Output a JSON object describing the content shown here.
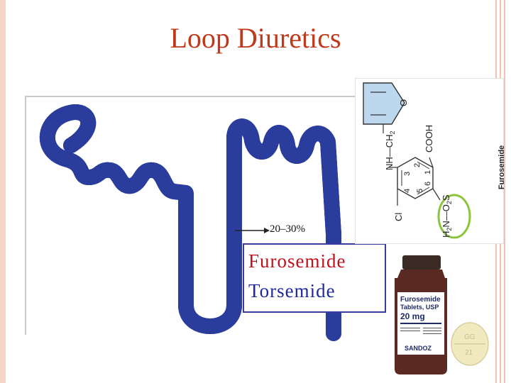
{
  "slide": {
    "title": "Loop Diuretics"
  },
  "diagram": {
    "percent_label": "20–30%",
    "drugs": [
      "Furosemide",
      "Torsemide"
    ]
  },
  "structure": {
    "name": "Furosemide",
    "atoms": {
      "o": "O",
      "nh_ch2": "NH—CH",
      "sub2": "2",
      "cooh": "COOH",
      "cl": "Cl",
      "h2n": "H",
      "h2n_sub": "2",
      "n_o2s": "N—O",
      "o2s_sub": "2",
      "s": "S",
      "ring_numbers": [
        "1",
        "2",
        "3",
        "4",
        "5",
        "6"
      ]
    },
    "colors": {
      "furan_fill": "#bcd7ee",
      "highlight_ring": "#8cc43c"
    }
  },
  "bottle": {
    "lines": [
      "Furosemide",
      "Tablets, USP",
      "20 mg"
    ],
    "brand": "SANDOZ"
  },
  "tablet": {
    "imprint": [
      "GG",
      "21"
    ]
  },
  "colors": {
    "title": "#c0391b",
    "drug1": "#c0101b",
    "drug2": "#1f2a9a",
    "tubule": "#2a3d9c"
  }
}
